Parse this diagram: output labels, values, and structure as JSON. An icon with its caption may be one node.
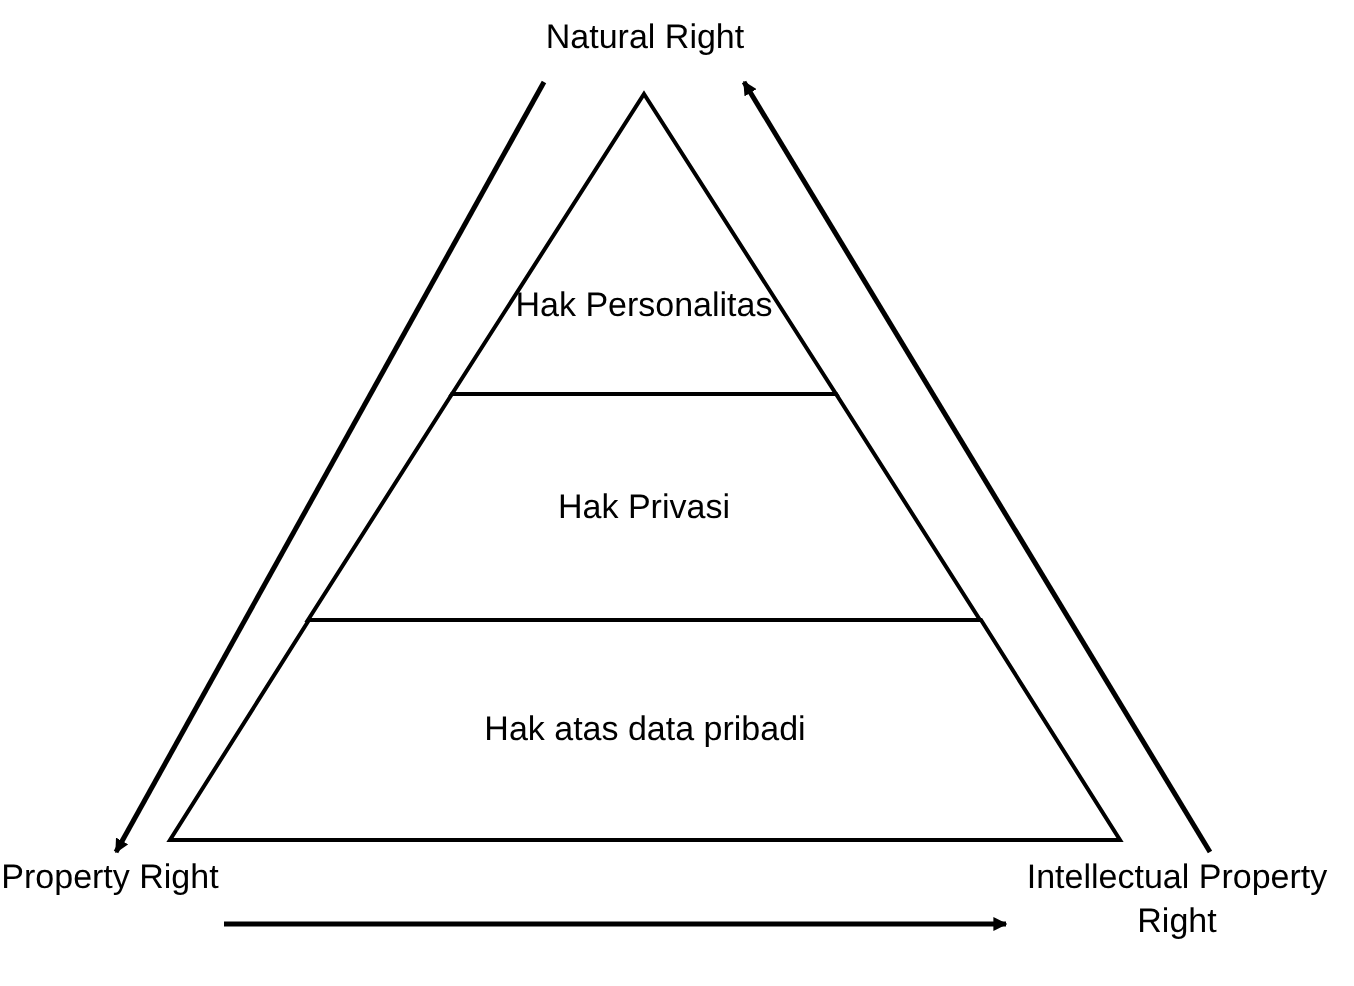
{
  "diagram": {
    "nodes": [
      {
        "text": [
          "Natural Right"
        ]
      },
      {
        "text": [
          "Hak Personalitas"
        ]
      },
      {
        "text": [
          "Hak Privasi"
        ]
      },
      {
        "text": [
          "Hak atas data pribadi"
        ]
      },
      {
        "text": [
          "Property Right"
        ]
      },
      {
        "text": [
          "Intellectual Property Right"
        ]
      }
    ],
    "edges": [
      {
        "from": 0,
        "to": 4,
        "arrow": "to"
      },
      {
        "from": 4,
        "to": 5,
        "arrow": "to"
      },
      {
        "from": 5,
        "to": 0,
        "arrow": "to"
      }
    ]
  }
}
